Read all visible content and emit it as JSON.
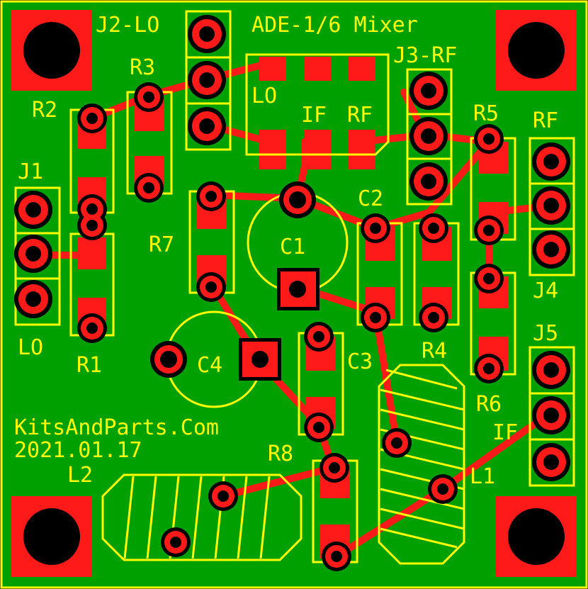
{
  "board": {
    "title": "ADE-1/6 Mixer",
    "maker": "KitsAndParts.Com",
    "date": "2021.01.17",
    "colors": {
      "substrate": "#000000",
      "copper": "#00a000",
      "silk": "#ffff00",
      "pad": "#ff0000",
      "drill": "#000000"
    }
  },
  "labels": {
    "j2": "J2-LO",
    "j3": "J3-RF",
    "j1": "J1",
    "j1_sub": "LO",
    "j4": "J4",
    "j4_top": "RF",
    "j5": "J5",
    "j5_sub": "IF",
    "r1": "R1",
    "r2": "R2",
    "r3": "R3",
    "r4": "R4",
    "r5": "R5",
    "r6": "R6",
    "r7": "R7",
    "r8": "R8",
    "c1": "C1",
    "c2": "C2",
    "c3": "C3",
    "c4": "C4",
    "l1": "L1",
    "l2": "L2",
    "ic_lo": "LO",
    "ic_if": "IF",
    "ic_rf": "RF"
  }
}
